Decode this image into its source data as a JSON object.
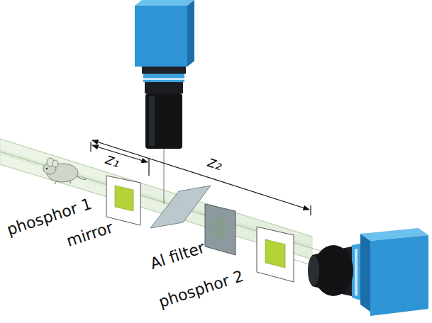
{
  "diagram": {
    "labels": [
      "z₁",
      "z₂",
      "phosphor 1",
      "mirror",
      "Al filter",
      "phosphor 2"
    ]
  }
}
